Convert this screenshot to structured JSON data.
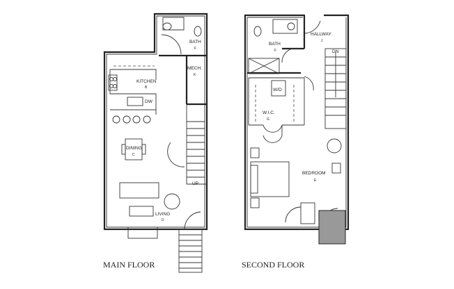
{
  "main_floor": {
    "title": "MAIN FLOOR",
    "rooms": [
      {
        "name": "BATH",
        "tag": "F"
      },
      {
        "name": "MECH.",
        "tag": "K"
      },
      {
        "name": "KITCHEN",
        "tag": "B"
      },
      {
        "name": "DINING",
        "tag": "C"
      },
      {
        "name": "LIVING",
        "tag": "D"
      }
    ],
    "fixtures": {
      "dishwasher": "DW",
      "stair": "UP"
    }
  },
  "second_floor": {
    "title": "SECOND FLOOR",
    "rooms": [
      {
        "name": "BATH",
        "tag": "F"
      },
      {
        "name": "HALLWAY",
        "tag": "J"
      },
      {
        "name": "W.I.C.",
        "tag": "G"
      },
      {
        "name": "BEDROOM",
        "tag": "E"
      }
    ],
    "fixtures": {
      "washer_dryer": "W/D",
      "stair": "DN"
    }
  }
}
